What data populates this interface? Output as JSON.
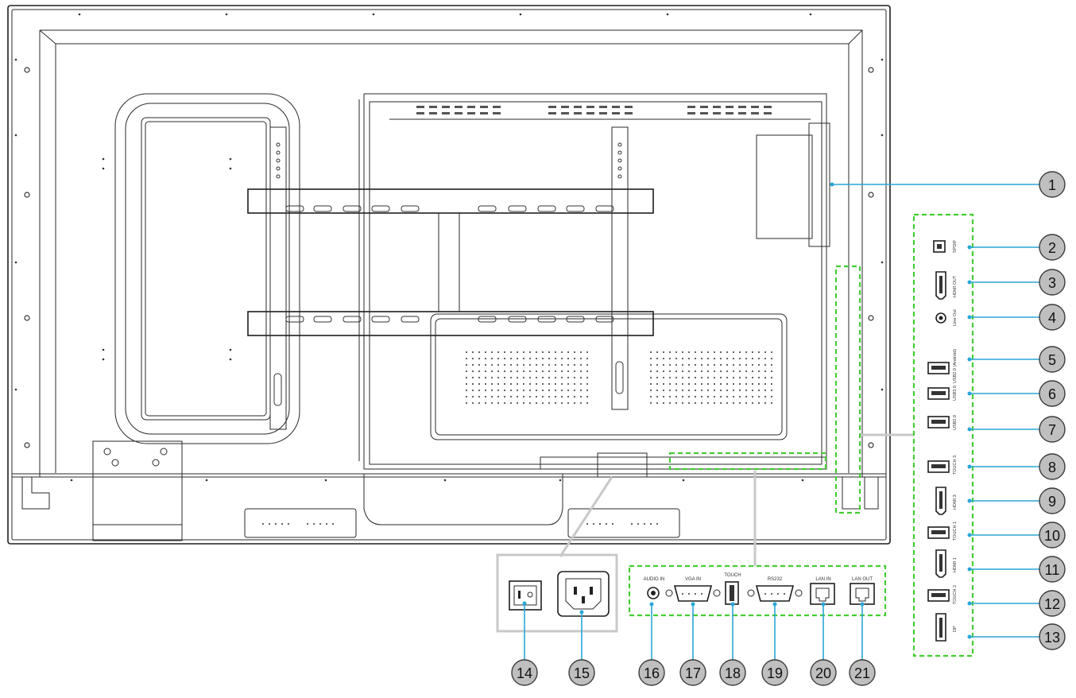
{
  "callouts": [
    "1",
    "2",
    "3",
    "4",
    "5",
    "6",
    "7",
    "8",
    "9",
    "10",
    "11",
    "12",
    "13",
    "14",
    "15",
    "16",
    "17",
    "18",
    "19",
    "20",
    "21"
  ],
  "bottom_port_labels": {
    "audio_in": "AUDIO IN",
    "vga_in": "VGA IN",
    "touch": "TOUCH",
    "rs232": "RS232",
    "lan_in": "LAN IN",
    "lan_out": "LAN OUT"
  },
  "side_port_labels": {
    "spdif": "SPDIF",
    "hdmi_out": "HDMI OUT",
    "line_out": "Line Out",
    "usb_20_android": "USB2.0 (Android)",
    "usb_30": "USB3.0",
    "usb_20": "USB2.0",
    "touch_3": "TOUCH 3",
    "hdmi_3": "HDMI 3",
    "touch_1": "TOUCH 1",
    "hdmi_1": "HDMI 1",
    "touch_2": "TOUCH 2",
    "dp": "DP"
  },
  "colors": {
    "leader": "#2aa6d6",
    "highlight_box": "#44cc33",
    "callout_fill": "#bfbfbf",
    "link_gray": "#c8c8c8"
  }
}
